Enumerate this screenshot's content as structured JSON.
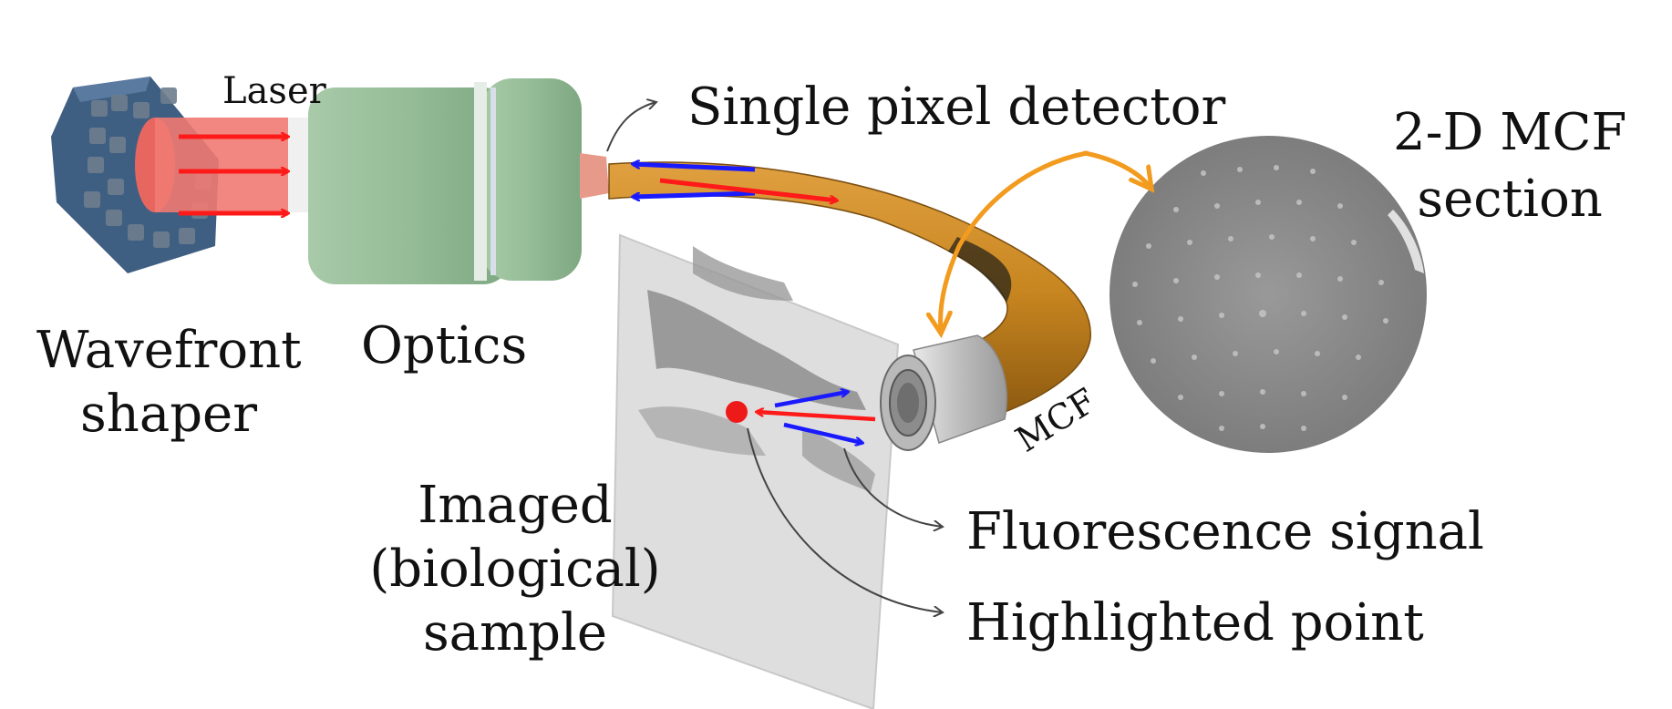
{
  "labels": {
    "laser": "Laser",
    "single_pixel_detector": "Single pixel detector",
    "mcf_section_line1": "2-D MCF",
    "mcf_section_line2": "section",
    "wavefront_line1": "Wavefront",
    "wavefront_line2": "shaper",
    "optics": "Optics",
    "sample_line1": "Imaged",
    "sample_line2": "(biological)",
    "sample_line3": "sample",
    "mcf": "MCF",
    "fluorescence_signal": "Fluorescence signal",
    "highlighted_point": "Highlighted point"
  },
  "colors": {
    "laser_beam": "#f07a72",
    "excitation_arrow": "#ff1a1a",
    "fluorescence_arrow": "#1a1aff",
    "fiber": "#c98a2a",
    "optics_body": "#9ec4a0",
    "shaper_body": "#3f5f82",
    "mcf_callout": "#f29b1e",
    "mcf_disc": "#8a8a8a",
    "sample_plate": "#dcdcdc"
  }
}
